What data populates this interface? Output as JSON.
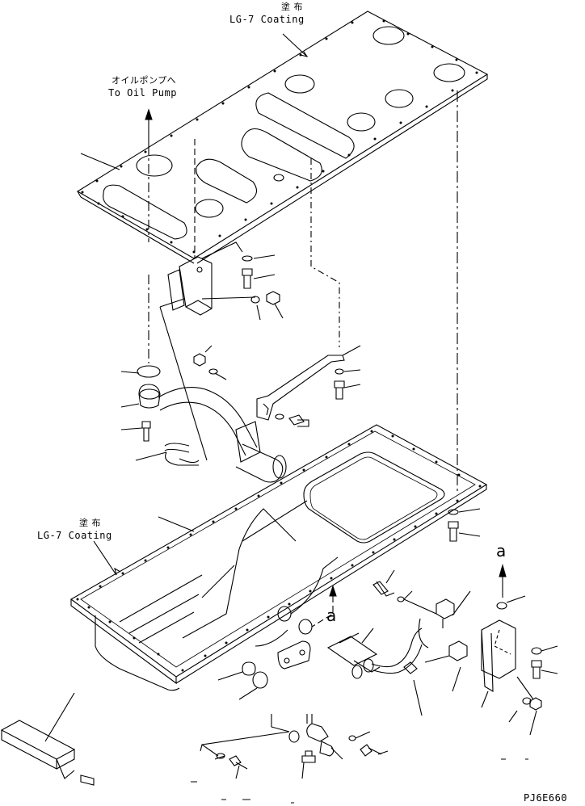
{
  "annotations": {
    "top_coating_jp": "塗 布",
    "top_coating_en": "LG-7 Coating",
    "oil_pump_jp": "オイルポンプへ",
    "oil_pump_en": "To Oil Pump",
    "left_coating_jp": "塗 布",
    "left_coating_en": "LG-7 Coating",
    "marker_a_right": "a",
    "marker_a_center": "a",
    "drawing_code": "PJ6E660"
  },
  "colors": {
    "line": "#000000",
    "background": "#ffffff"
  }
}
